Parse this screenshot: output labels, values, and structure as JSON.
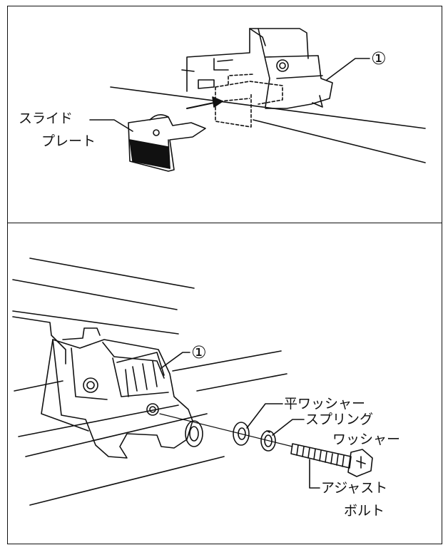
{
  "top_panel": {
    "part_number": "①",
    "slide_plate_label_line1": "スライド",
    "slide_plate_label_line2": "プレート"
  },
  "bottom_panel": {
    "part_number": "①",
    "flat_washer_label": "平ワッシャー",
    "spring_washer_label_line1": "スプリング",
    "spring_washer_label_line2": "ワッシャー",
    "adjust_bolt_label_line1": "アジャスト",
    "adjust_bolt_label_line2": "ボルト"
  },
  "colors": {
    "ink": "#111111",
    "paper": "#ffffff"
  }
}
